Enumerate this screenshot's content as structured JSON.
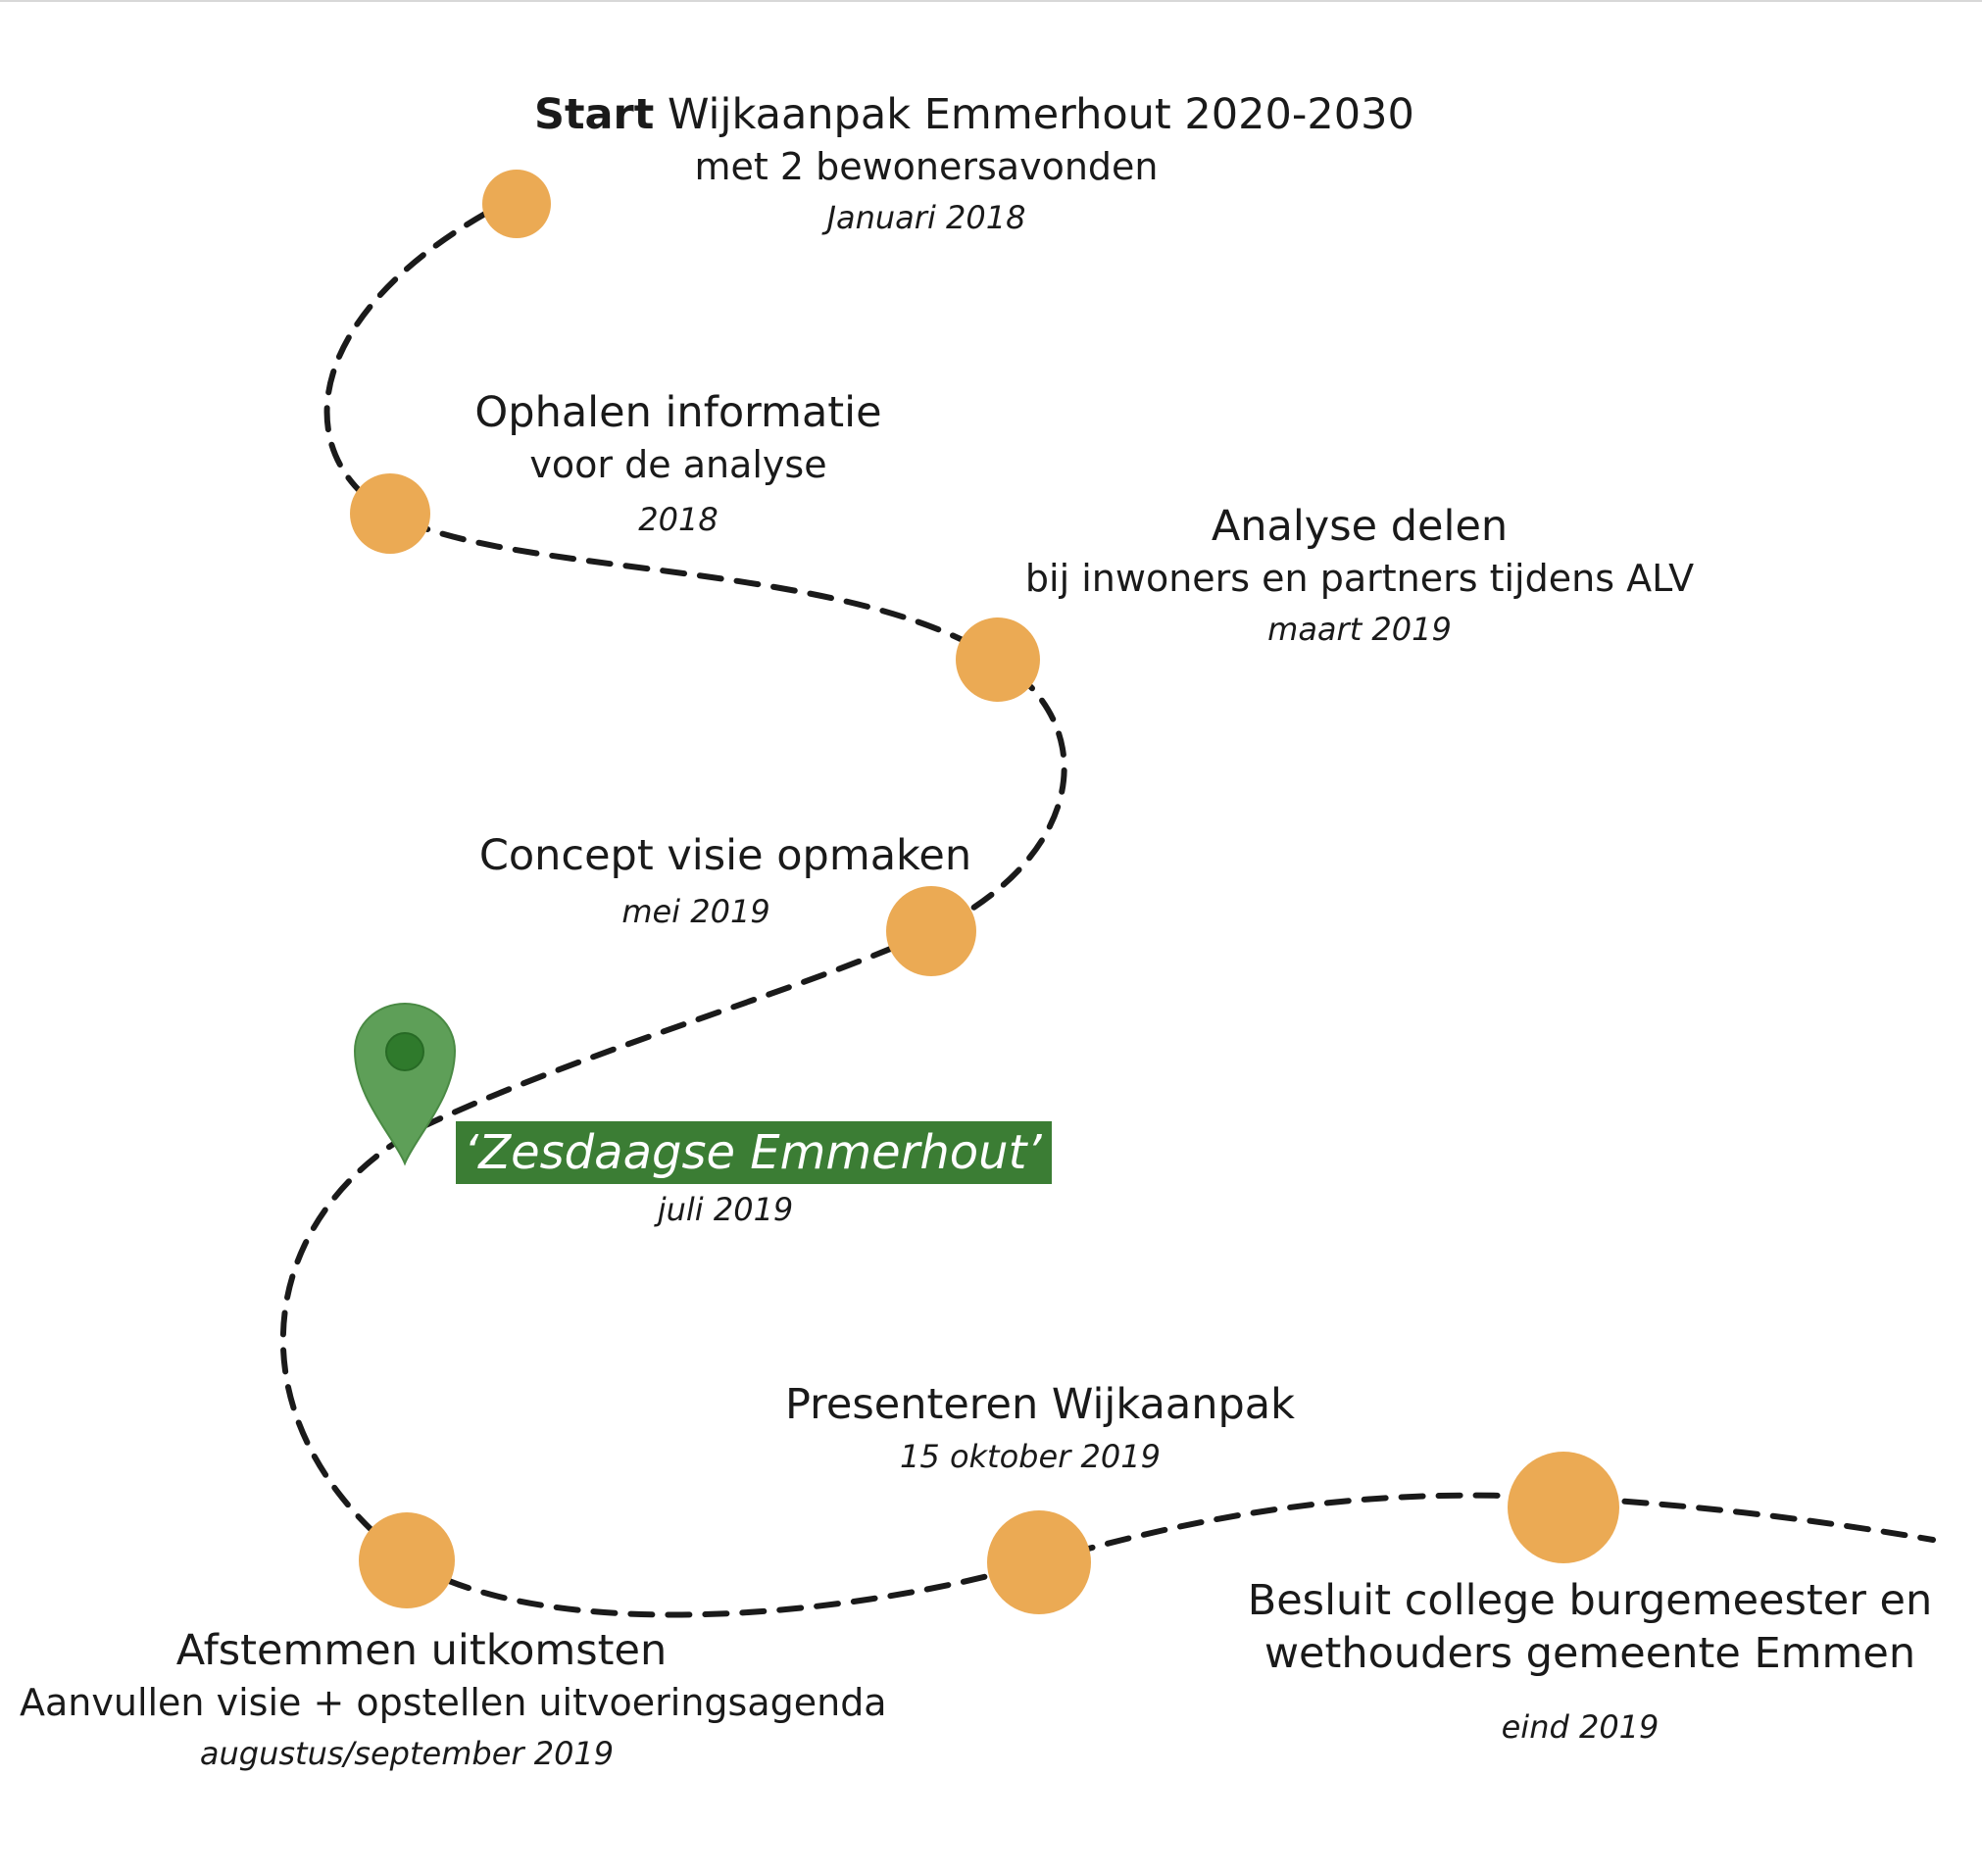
{
  "colors": {
    "milestone": "#ebaa54",
    "path": "#1a1a1a",
    "pin": "#5e9f58",
    "pin_dot": "#2f7a2c",
    "highlight_bg": "#3b7d34",
    "highlight_text": "#ffffff"
  },
  "icons": {
    "location_pin": "map-pin-icon"
  },
  "milestones": [
    {
      "title_bold": "Start",
      "title_rest": " Wijkaanpak Emmerhout 2020-2030",
      "subtitle": "met 2 bewonersavonden",
      "date": "Januari 2018"
    },
    {
      "title": "Ophalen informatie",
      "subtitle": "voor de analyse",
      "date": "2018"
    },
    {
      "title": "Analyse delen",
      "subtitle": "bij inwoners en partners tijdens ALV",
      "date": "maart 2019"
    },
    {
      "title": "Concept visie opmaken",
      "date": "mei 2019"
    },
    {
      "highlight": "‘Zesdaagse Emmerhout’",
      "date": "juli 2019"
    },
    {
      "title": "Afstemmen uitkomsten",
      "subtitle": "Aanvullen visie + opstellen uitvoeringsagenda",
      "date": "augustus/september 2019"
    },
    {
      "title": "Presenteren Wijkaanpak",
      "date": "15 oktober 2019"
    },
    {
      "title_line1": "Besluit college burgemeester en",
      "title_line2": "wethouders gemeente Emmen",
      "date": "eind 2019"
    }
  ]
}
